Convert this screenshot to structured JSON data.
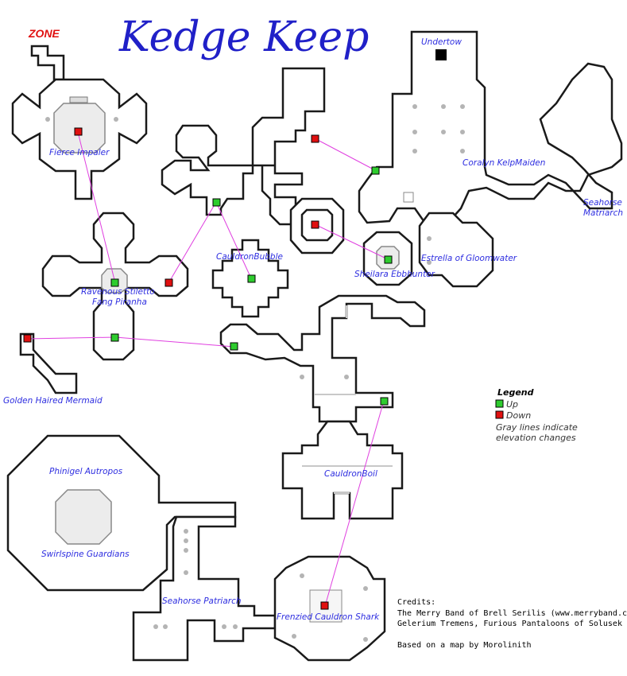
{
  "map": {
    "title": "Kedge Keep",
    "zone_marker": "ZONE",
    "labels": {
      "undertow": "Undertow",
      "fierce_impaler": "Fierce Impaler",
      "coralyn": "Coralyn KelpMaiden",
      "seahorse_matriarch_line1": "Seahorse",
      "seahorse_matriarch_line2": "Matriarch",
      "cauldron_bubble": "CauldronBubble",
      "estrella": "Estrella of Gloomwater",
      "sheilara": "Sheilara Ebbhunter",
      "ravenous_stiletto": "Ravenous Stiletto",
      "fang_piranha": "Fang Piranha",
      "golden_haired_mermaid": "Golden Haired Mermaid",
      "phinigel": "Phinigel Autropos",
      "swirlspine": "Swirlspine Guardians",
      "cauldron_boil": "CauldronBoil",
      "seahorse_patriarch": "Seahorse Patriarch",
      "frenzied_shark": "Frenzied Cauldron Shark"
    },
    "colors": {
      "label": "#2e2ee0",
      "up": "#2ecc2e",
      "down": "#e01010",
      "link": "#e040e0",
      "elevation": "#c8c8c8"
    }
  },
  "legend": {
    "title": "Legend",
    "up": "Up",
    "down": "Down",
    "note_line1": "Gray lines indicate",
    "note_line2": "elevation changes"
  },
  "credits": {
    "heading": "Credits:",
    "line1": "The Merry Band of Brell Serilis (www.merryband.com)",
    "line2": "Gelerium Tremens, Furious Pantaloons of Solusek Ro",
    "line3": "Based on a map by Morolinith"
  }
}
